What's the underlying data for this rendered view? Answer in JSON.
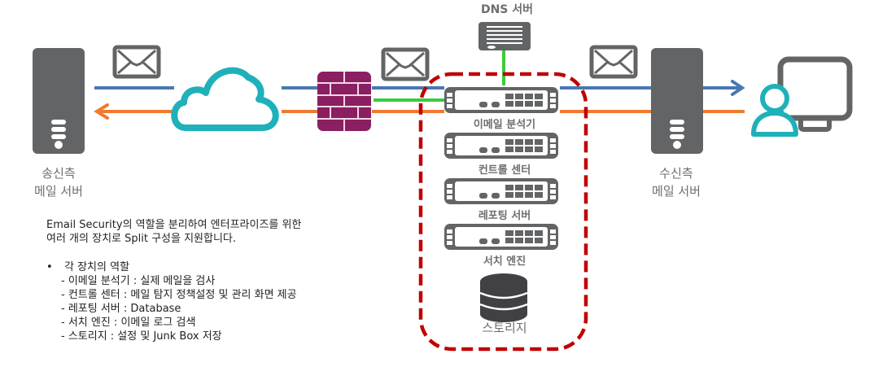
{
  "diagram": {
    "nodes": {
      "sender_server": {
        "label_line1": "송신측",
        "label_line2": "메일 서버",
        "icon": "server-tower-icon"
      },
      "internet": {
        "icon": "cloud-icon"
      },
      "firewall": {
        "icon": "firewall-icon"
      },
      "dns_server": {
        "label": "DNS 서버",
        "icon": "dns-server-icon"
      },
      "receiver_server": {
        "label_line1": "수신측",
        "label_line2": "메일 서버",
        "icon": "server-tower-icon"
      },
      "user": {
        "icon": "user-computer-icon"
      }
    },
    "split_cluster": {
      "devices": [
        {
          "label": "이메일 분석기",
          "icon": "appliance-icon"
        },
        {
          "label": "컨트롤 센터",
          "icon": "appliance-icon"
        },
        {
          "label": "레포팅 서버",
          "icon": "appliance-icon"
        },
        {
          "label": "서치 엔진",
          "icon": "appliance-icon"
        },
        {
          "label": "스토리지",
          "icon": "database-icon"
        }
      ]
    },
    "colors": {
      "inbound_line": "#4a78b0",
      "outbound_line": "#ee7a30",
      "dns_link": "#3ecb3e",
      "cluster_border": "#c00000",
      "device_gray": "#636466",
      "cloud": "#1fb1ba",
      "firewall": "#8a1f61",
      "user": "#1fb1ba"
    }
  },
  "description": {
    "intro_line1": "Email Security의 역할을 분리하여 엔터프라이즈를 위한",
    "intro_line2": "여러 개의 장치로 Split 구성을 지원합니다.",
    "bullet_title": "각 장치의 역할",
    "roles": [
      "- 이메일 분석기 : 실제 메일을 검사",
      "- 컨트롤 센터 : 메일 탐지 정책설정 및 관리 화면 제공",
      "- 레포팅 서버 : Database",
      "- 서치 엔진 : 이메일 로그 검색",
      "- 스토리지 : 설정 및 Junk Box 저장"
    ]
  }
}
